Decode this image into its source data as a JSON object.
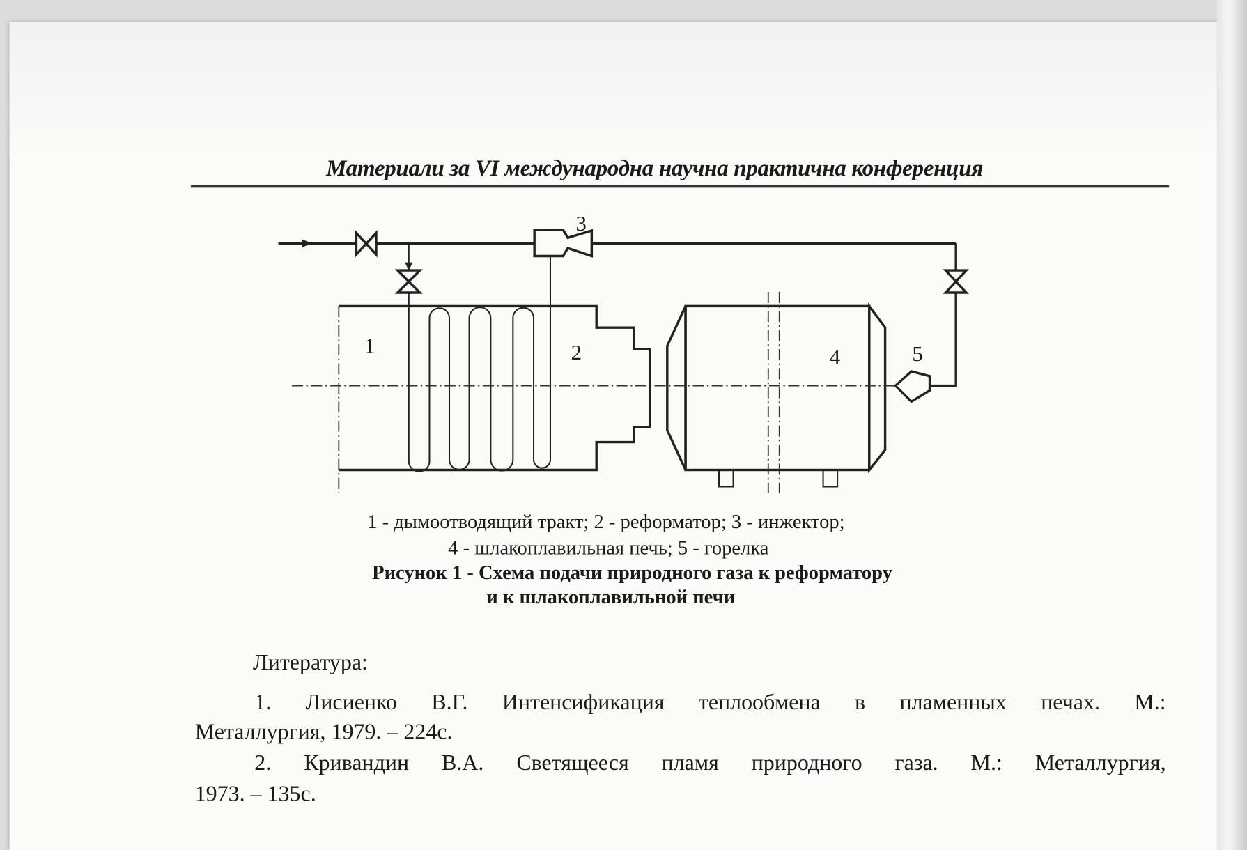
{
  "header": {
    "title": "Материали за VI международна научна практична конференция"
  },
  "figure": {
    "labels": [
      "1",
      "2",
      "3",
      "4",
      "5"
    ],
    "legend_line1": "1 - дымоотводящий тракт; 2 - реформатор; 3 - инжектор;",
    "legend_line2": "4 - шлакоплавильная печь; 5 - горелка",
    "caption_line1": "Рисунок 1 - Схема подачи природного газа к реформатору",
    "caption_line2": "и к шлакоплавильной печи"
  },
  "literature": {
    "heading": "Литература:",
    "ref1_line1": "1. Лисиенко В.Г. Интенсификация теплообмена в пламенных печах. М.:",
    "ref1_line2": "Металлургия, 1979. – 224с.",
    "ref2_line1": "2. Кривандин В.А. Светящееся пламя природного газа. М.: Металлургия,",
    "ref2_line2": "1973. – 135с."
  }
}
